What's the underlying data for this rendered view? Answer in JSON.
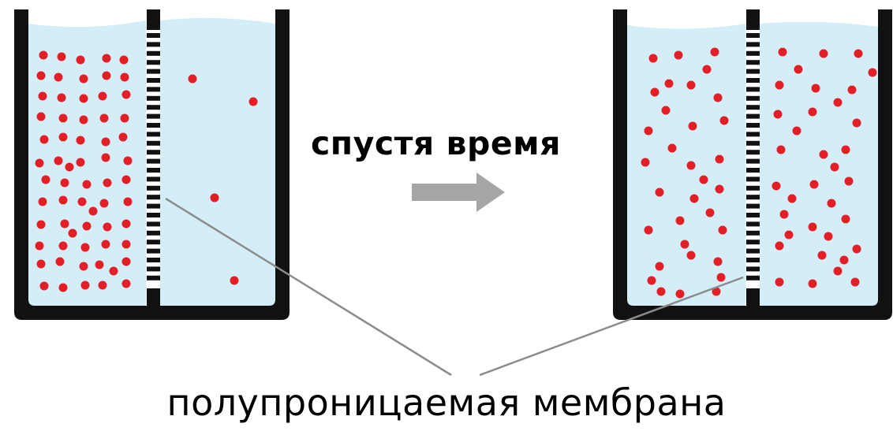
{
  "labels": {
    "after_time": "спустя время",
    "membrane": "полупроницаемая мембрана"
  },
  "colors": {
    "solution": "#d4eef7",
    "container": "#111111",
    "particle": "#e31e24",
    "arrow": "#a6a6a6",
    "pointer_line": "#8c8c8c"
  },
  "icons": {
    "arrow": "right-arrow-icon"
  },
  "states": {
    "before": {
      "left_compartment_particles": 64,
      "right_compartment_particles": 4
    },
    "after": {
      "left_compartment_particles": 33,
      "right_compartment_particles": 35
    }
  }
}
